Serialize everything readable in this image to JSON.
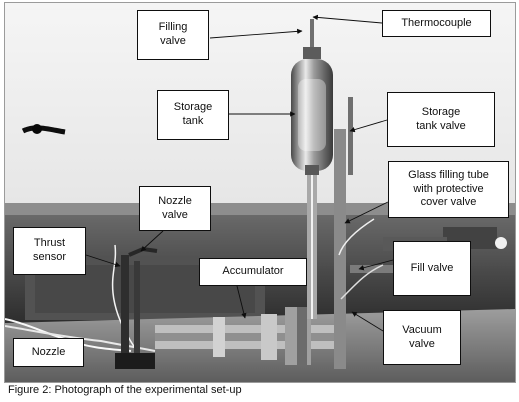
{
  "figure": {
    "caption": "Figure 2: Photograph of the experimental set-up"
  },
  "labels": {
    "filling_valve": "Filling\nvalve",
    "thermocouple": "Thermocouple",
    "storage_tank": "Storage\ntank",
    "storage_tank_valve": "Storage\ntank valve",
    "glass_filling_tube": "Glass filling tube\nwith protective\ncover valve",
    "nozzle_valve": "Nozzle\nvalve",
    "thrust_sensor": "Thrust\nsensor",
    "accumulator": "Accumulator",
    "fill_valve": "Fill valve",
    "vacuum_valve": "Vacuum\nvalve",
    "nozzle": "Nozzle"
  }
}
